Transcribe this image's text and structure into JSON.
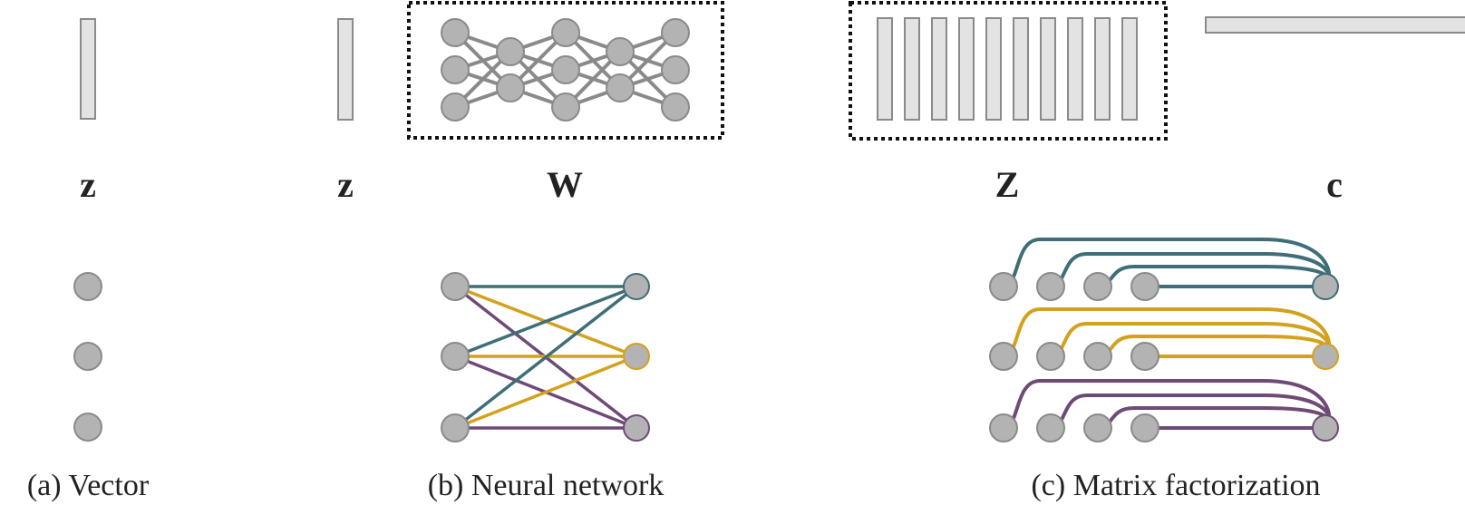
{
  "panels": {
    "vector": {
      "symbol": "z",
      "caption": "(a) Vector",
      "node_count": 3
    },
    "neural_network": {
      "vector_symbol": "z",
      "weights_symbol": "W",
      "caption": "(b) Neural network",
      "layer_sizes": [
        3,
        2,
        3,
        2,
        3
      ],
      "bipartite": {
        "inputs": 3,
        "outputs": 3
      }
    },
    "matrix_factorization": {
      "matrix_symbol": "Z",
      "vector_symbol": "c",
      "caption": "(c) Matrix factorization",
      "matrix_columns": 10,
      "rows": 3,
      "inputs_per_row": 4
    }
  },
  "colors": {
    "node_fill": "#b3b3b3",
    "node_stroke": "#8a8a8a",
    "bar_fill": "#e3e3e3",
    "bar_stroke": "#8a8a8a",
    "edge_gray": "#8a8a8a",
    "teal": "#3e6e78",
    "gold": "#d4a11c",
    "purple": "#6e4a77",
    "dotted_box": "#111111"
  }
}
